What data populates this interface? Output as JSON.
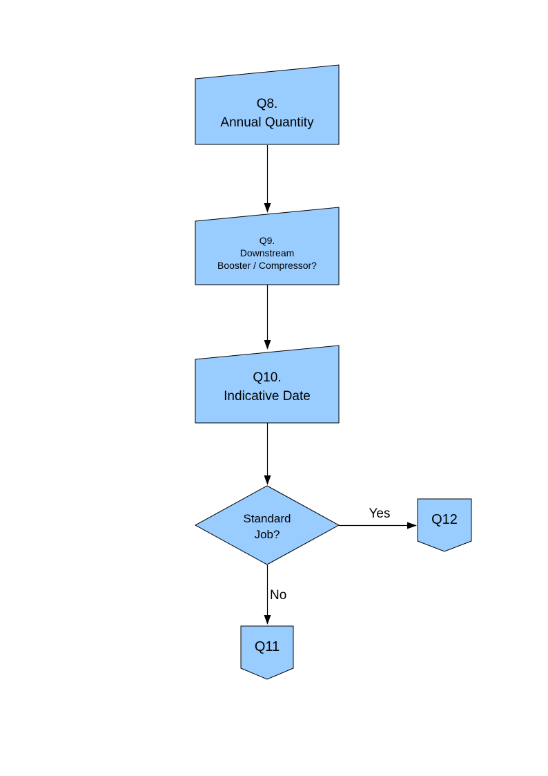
{
  "colors": {
    "shape_fill": "#99CCFF",
    "shape_border": "#000000",
    "arrow_color": "#000000",
    "text_color": "#000000",
    "page_background": "#FFFFFF"
  },
  "flowchart": {
    "q8": {
      "shape": "manual-input",
      "line1": "Q8.",
      "line2": "Annual Quantity"
    },
    "q9": {
      "shape": "manual-input",
      "line1": "Q9.",
      "line2": "Downstream",
      "line3": "Booster / Compressor?"
    },
    "q10": {
      "shape": "manual-input",
      "line1": "Q10.",
      "line2": "Indicative Date"
    },
    "decision": {
      "shape": "diamond",
      "line1": "Standard",
      "line2": "Job?"
    },
    "q12": {
      "shape": "off-page-connector",
      "label": "Q12"
    },
    "q11": {
      "shape": "off-page-connector",
      "label": "Q11"
    },
    "edges": {
      "yes_label": "Yes",
      "no_label": "No"
    }
  }
}
